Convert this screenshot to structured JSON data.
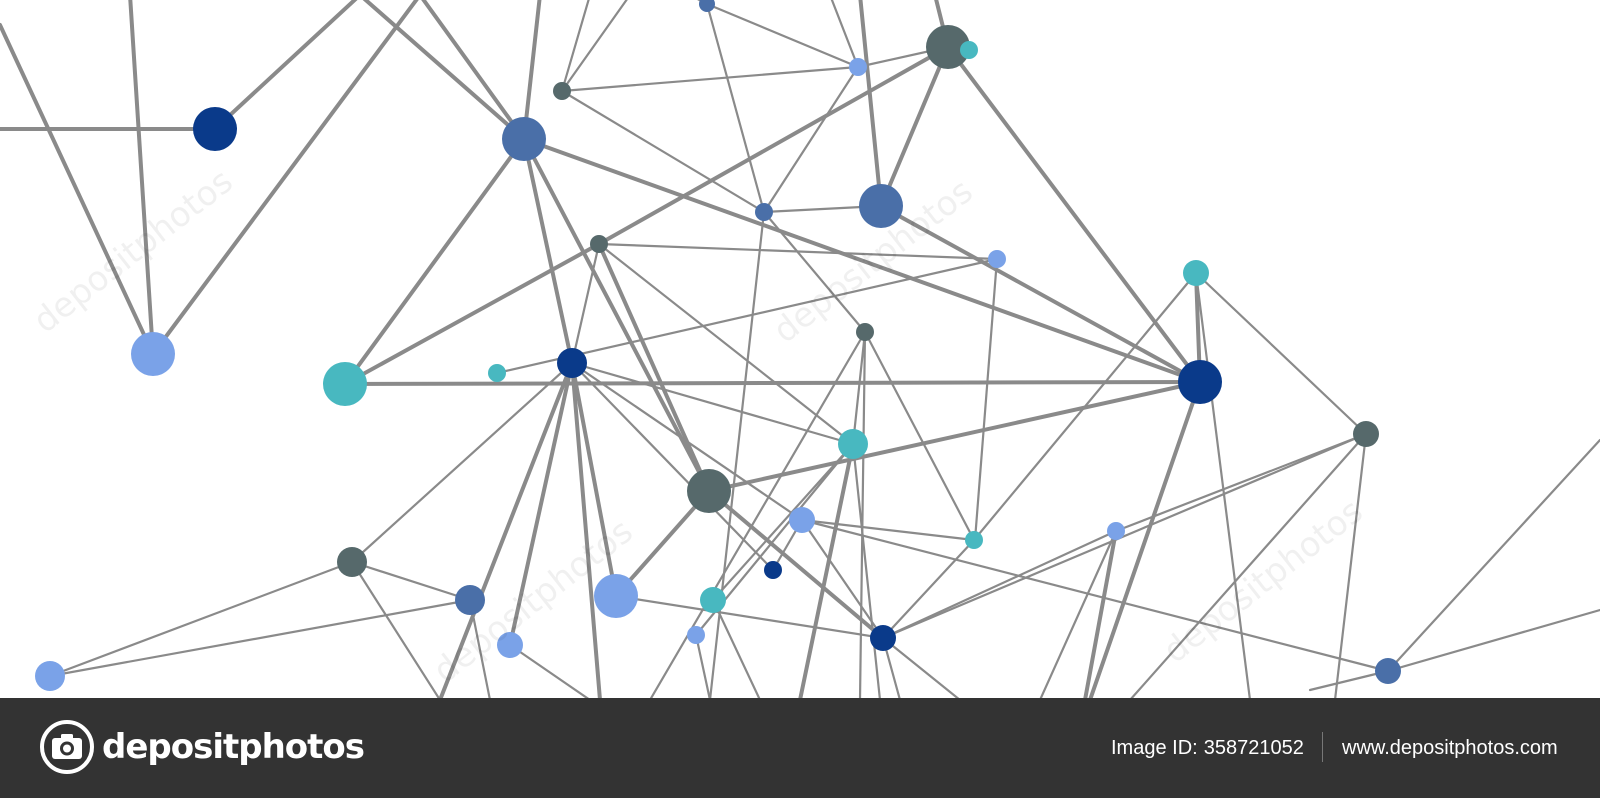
{
  "image": {
    "subject": "abstract-network-graph",
    "palette": {
      "edge": "#8a8a8a",
      "navy": "#0a3a8a",
      "steel_blue": "#4a6fa8",
      "light_blue": "#7aa2e8",
      "teal": "#48b8c0",
      "slate": "#56696b"
    },
    "watermark_text": "depositphotos"
  },
  "footer": {
    "brand_name": "depositphotos",
    "brand_logo_icon": "camera-icon",
    "image_id_label": "Image ID:",
    "image_id_value": "358721052",
    "site_url": "www.depositphotos.com",
    "background_color": "#333333"
  }
}
